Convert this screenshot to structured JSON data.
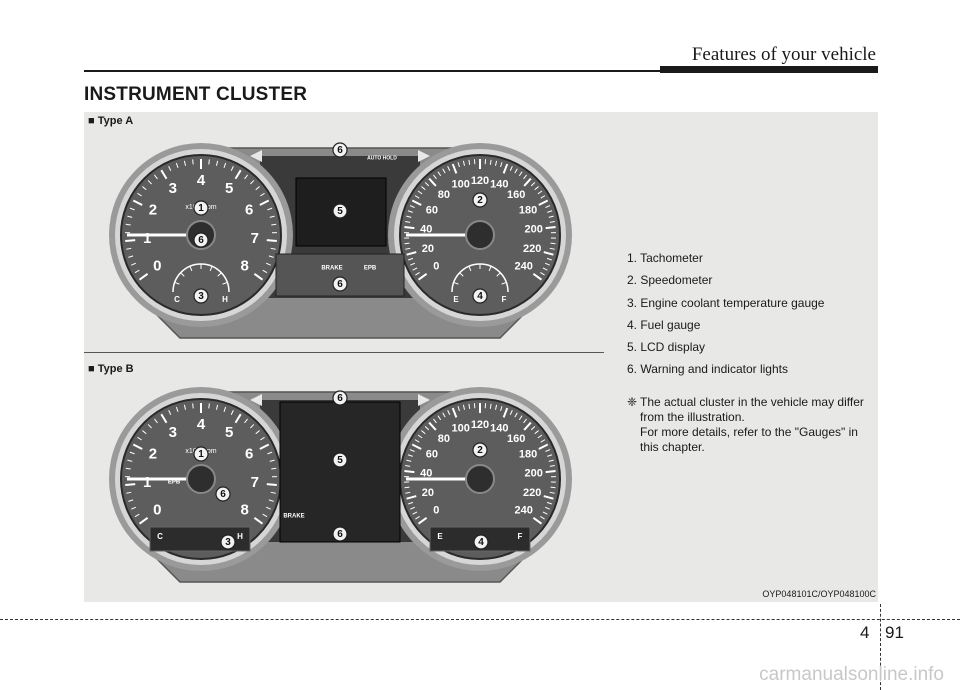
{
  "header": {
    "title": "Features of your vehicle"
  },
  "section": {
    "title": "INSTRUMENT CLUSTER"
  },
  "figure": {
    "type_a_label": "■ Type A",
    "type_b_label": "■ Type B",
    "code": "OYP048101C/OYP048100C",
    "tach_labels": [
      "0",
      "1",
      "2",
      "3",
      "4",
      "5",
      "6",
      "7",
      "8"
    ],
    "tach_unit": "x1000rpm",
    "speed_labels": [
      "0",
      "20",
      "40",
      "60",
      "80",
      "100",
      "120",
      "140",
      "160",
      "180",
      "200",
      "220",
      "240"
    ],
    "callouts": [
      "1",
      "2",
      "3",
      "4",
      "5",
      "6"
    ],
    "cluster_text": {
      "brake": "BRAKE",
      "epb": "EPB",
      "auto": "AUTO HOLD",
      "temp_c": "C",
      "temp_h": "H",
      "fuel_e": "E",
      "fuel_f": "F"
    }
  },
  "legend": {
    "items": [
      "1. Tachometer",
      "2. Speedometer",
      "3. Engine coolant temperature gauge",
      "4. Fuel gauge",
      "5. LCD display",
      "6. Warning and indicator lights"
    ]
  },
  "note": {
    "mark": "❈",
    "text_line1": "The actual cluster in the vehicle may differ",
    "text_line2": "from the illustration.",
    "text_line3": "For more details, refer to the \"Gauges\" in",
    "text_line4": "this chapter."
  },
  "footer": {
    "chapter": "4",
    "page": "91"
  },
  "watermark": {
    "text": "carmanualsonline.info"
  }
}
